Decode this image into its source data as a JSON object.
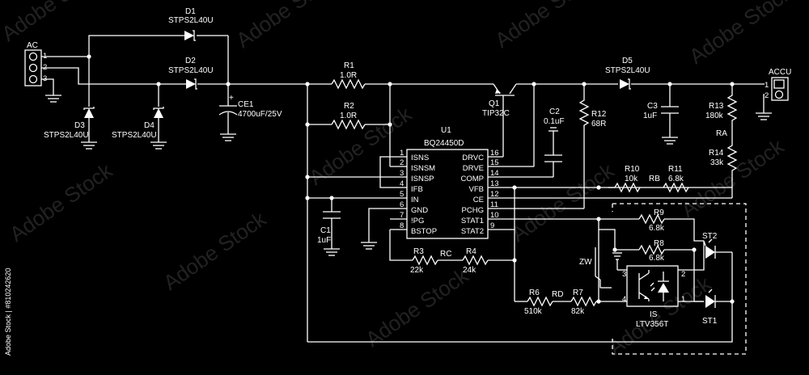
{
  "connectors": {
    "ac": {
      "ref": "AC",
      "pins": [
        "1",
        "2",
        "3"
      ]
    },
    "accu": {
      "ref": "ACCU",
      "pins": [
        "1",
        "2"
      ]
    }
  },
  "diodes": {
    "d1": {
      "ref": "D1",
      "part": "STPS2L40U"
    },
    "d2": {
      "ref": "D2",
      "part": "STPS2L40U"
    },
    "d3": {
      "ref": "D3",
      "part": "STPS2L40U"
    },
    "d4": {
      "ref": "D4",
      "part": "STPS2L40U"
    },
    "d5": {
      "ref": "D5",
      "part": "STPS2L40U"
    }
  },
  "capacitors": {
    "ce1": {
      "ref": "CE1",
      "value": "4700uF/25V",
      "polarity": "+"
    },
    "c1": {
      "ref": "C1",
      "value": "1uF"
    },
    "c2": {
      "ref": "C2",
      "value": "0.1uF"
    },
    "c3": {
      "ref": "C3",
      "value": "1uF"
    }
  },
  "resistors": {
    "r1": {
      "ref": "R1",
      "value": "1.0R"
    },
    "r2": {
      "ref": "R2",
      "value": "1.0R"
    },
    "r3": {
      "ref": "R3",
      "value": "22k"
    },
    "r4": {
      "ref": "R4",
      "value": "24k"
    },
    "r6": {
      "ref": "R6",
      "value": "510k"
    },
    "r7": {
      "ref": "R7",
      "value": "82k"
    },
    "r8": {
      "ref": "R8",
      "value": "6.8k"
    },
    "r9": {
      "ref": "R9",
      "value": "6.8k"
    },
    "r10": {
      "ref": "R10",
      "value": "10k"
    },
    "r11": {
      "ref": "R11",
      "value": "6.8k"
    },
    "r12": {
      "ref": "R12",
      "value": "68R"
    },
    "r13": {
      "ref": "R13",
      "value": "180k"
    },
    "r14": {
      "ref": "R14",
      "value": "33k"
    }
  },
  "group_labels": {
    "ra": "RA",
    "rb": "RB",
    "rc": "RC",
    "rd": "RD"
  },
  "transistor": {
    "ref": "Q1",
    "part": "TIP32C"
  },
  "ic": {
    "ref": "U1",
    "part": "BQ24450D",
    "left_pins": [
      {
        "num": "1",
        "name": "ISNS"
      },
      {
        "num": "2",
        "name": "ISNSM"
      },
      {
        "num": "3",
        "name": "ISNSP"
      },
      {
        "num": "4",
        "name": "IFB"
      },
      {
        "num": "5",
        "name": "IN"
      },
      {
        "num": "6",
        "name": "GND"
      },
      {
        "num": "7",
        "name": "!PG"
      },
      {
        "num": "8",
        "name": "BSTOP"
      }
    ],
    "right_pins": [
      {
        "num": "16",
        "name": "DRVC"
      },
      {
        "num": "15",
        "name": "DRVE"
      },
      {
        "num": "14",
        "name": "COMP"
      },
      {
        "num": "13",
        "name": "VFB"
      },
      {
        "num": "12",
        "name": "CE"
      },
      {
        "num": "11",
        "name": "PCHG"
      },
      {
        "num": "10",
        "name": "STAT1"
      },
      {
        "num": "9",
        "name": "STAT2"
      }
    ]
  },
  "optocoupler": {
    "ref": "IS",
    "part": "LTV356T",
    "pins": [
      "1",
      "2",
      "3",
      "4"
    ]
  },
  "switch": {
    "ref": "ZW"
  },
  "leds": {
    "st1": "ST1",
    "st2": "ST2"
  },
  "watermark": {
    "text": "Adobe Stock",
    "side_text": "Adobe Stock | #810242620"
  }
}
